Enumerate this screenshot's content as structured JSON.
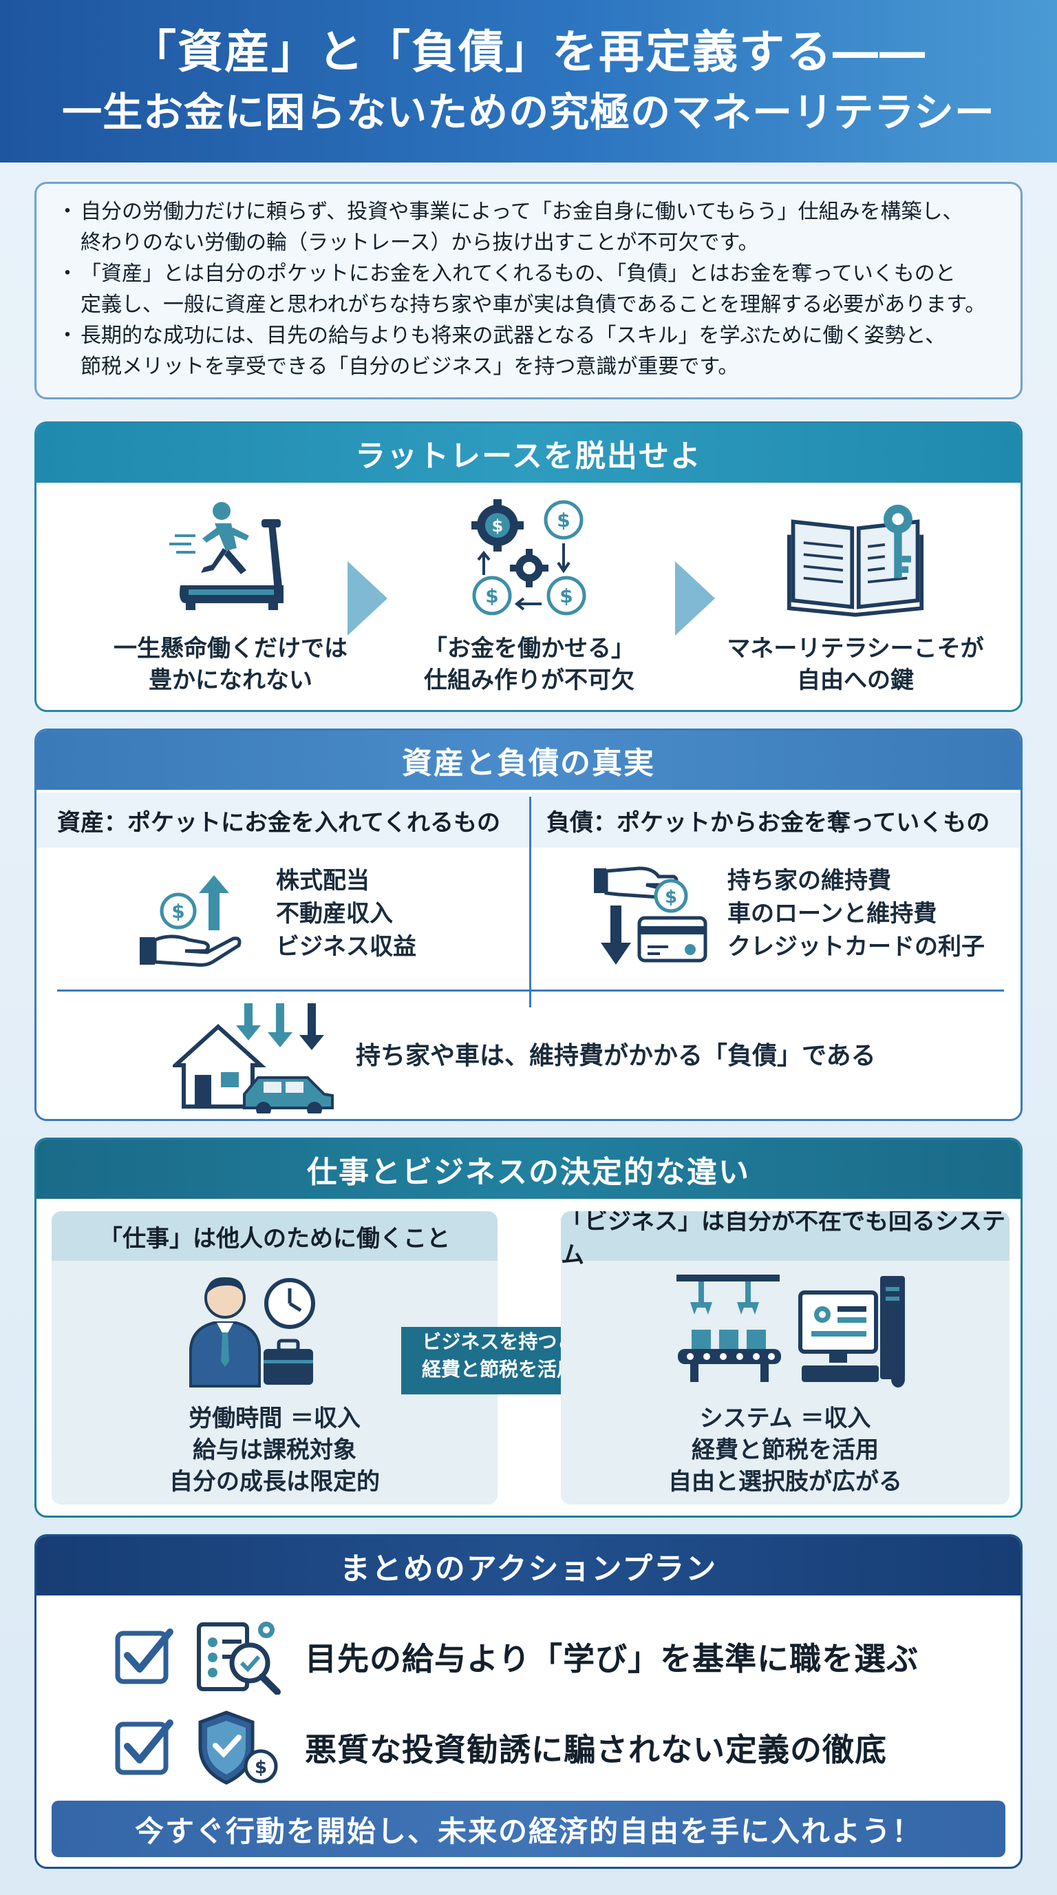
{
  "header": {
    "title_line1": "「資産」と「負債」を再定義する――",
    "title_line2": "一生お金に困らないための究極のマネーリテラシー"
  },
  "summary": {
    "points": [
      "自分の労働力だけに頼らず、投資や事業によって「お金自身に働いてもらう」仕組みを構築し、",
      "終わりのない労働の輪（ラットレース）から抜け出すことが不可欠です。",
      "「資産」とは自分のポケットにお金を入れてくれるもの、「負債」とはお金を奪っていくものと",
      "定義し、一般に資産と思われがちな持ち家や車が実は負債であることを理解する必要があります。",
      "長期的な成功には、目先の給与よりも将来の武器となる「スキル」を学ぶために働く姿勢と、",
      "節税メリットを享受できる「自分のビジネス」を持つ意識が重要です。"
    ]
  },
  "rat_race": {
    "title": "ラットレースを脱出せよ",
    "steps": [
      {
        "line1": "一生懸命働くだけでは",
        "line2": "豊かになれない",
        "icon": "treadmill-icon"
      },
      {
        "line1": "「お金を働かせる」",
        "line2": "仕組み作りが不可欠",
        "icon": "money-gears-icon"
      },
      {
        "line1": "マネーリテラシーこそが",
        "line2": "自由への鍵",
        "icon": "book-key-icon"
      }
    ]
  },
  "asset_liability": {
    "title": "資産と負債の真実",
    "asset_header": "資産：ポケットにお金を入れてくれるもの",
    "liability_header": "負債：ポケットからお金を奪っていくもの",
    "assets": [
      "株式配当",
      "不動産収入",
      "ビジネス収益"
    ],
    "liabilities": [
      "持ち家の維持費",
      "車のローンと維持費",
      "クレジットカードの利子"
    ],
    "note": "持ち家や車は、維持費がかかる「負債」である"
  },
  "job_vs_business": {
    "title": "仕事とビジネスの決定的な違い",
    "job_header": "「仕事」は他人のために働くこと",
    "business_header": "「ビジネス」は自分が不在でも回るシステム",
    "job_points": [
      "労働時間 ＝収入",
      "給与は課税対象",
      "自分の成長は限定的"
    ],
    "arrow_line1": "ビジネスを持つことで",
    "arrow_line2": "経費と節税を活用する",
    "business_points": [
      "システム ＝収入",
      "経費と節税を活用",
      "自由と選択肢が広がる"
    ]
  },
  "action_plan": {
    "title": "まとめのアクションプラン",
    "items": [
      "目先の給与より「学び」を基準に職を選ぶ",
      "悪質な投資勧誘に騙されない定義の徹底"
    ],
    "cta": "今すぐ行動を開始し、未来の経済的自由を手に入れよう！"
  },
  "colors": {
    "header_blue": "#1f56a0",
    "teal": "#2089ae",
    "blue": "#3a7ab8",
    "navy": "#173d74",
    "icon_dark": "#1f3c5e",
    "icon_teal": "#3d8fa8"
  }
}
